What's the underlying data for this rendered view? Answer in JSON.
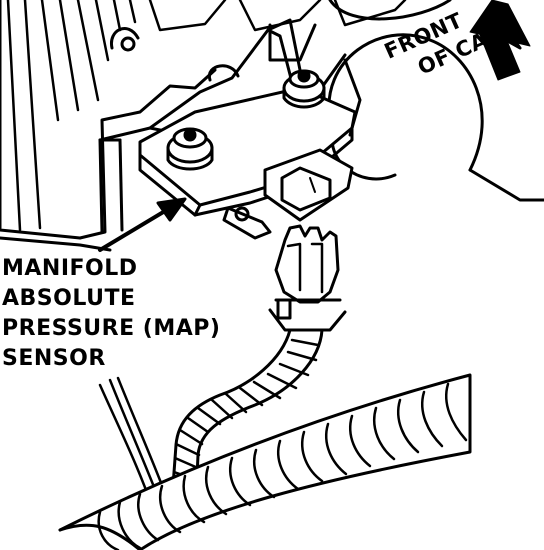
{
  "sensor_label": {
    "lines": [
      "MANIFOLD",
      "ABSOLUTE",
      "PRESSURE (MAP)",
      "SENSOR"
    ]
  },
  "direction_label": {
    "lines": [
      "FRONT",
      "OF CAR"
    ]
  },
  "colors": {
    "ink": "#000000",
    "paper": "#ffffff"
  }
}
